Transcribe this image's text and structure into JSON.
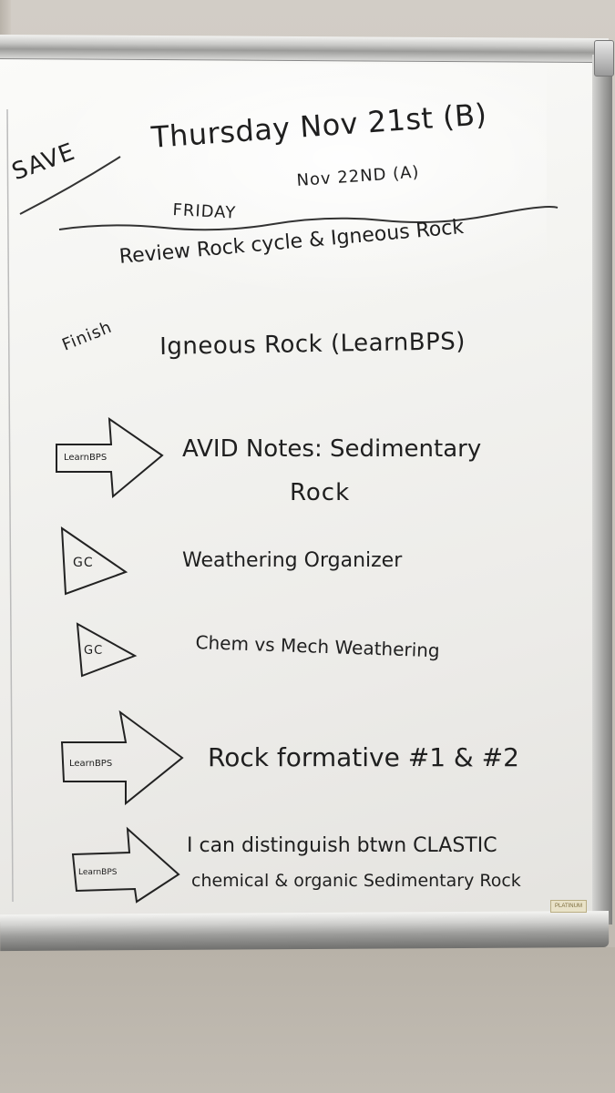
{
  "board": {
    "save_label": "SAVE",
    "day1_title": "Thursday Nov 21st (B)",
    "day2_label": "FRIDAY",
    "day2_date": "Nov 22ND (A)"
  },
  "agenda": [
    {
      "text": "Review Rock cycle & Igneous Rock"
    },
    {
      "tag": "Finish",
      "text": "Igneous Rock (LearnBPS)"
    },
    {
      "arrow_label": "LearnBPS",
      "text": "AVID Notes: Sedimentary",
      "text2": "Rock"
    },
    {
      "arrow_label": "GC",
      "text": "Weathering Organizer"
    },
    {
      "arrow_label": "GC",
      "text": "Chem vs Mech Weathering"
    },
    {
      "arrow_label": "LearnBPS",
      "text": "Rock formative #1 & #2"
    },
    {
      "arrow_label": "LearnBPS",
      "text": "I can distinguish btwn CLASTIC",
      "text2": "chemical & organic Sedimentary Rock"
    }
  ],
  "tray_label": "PLATINUM"
}
